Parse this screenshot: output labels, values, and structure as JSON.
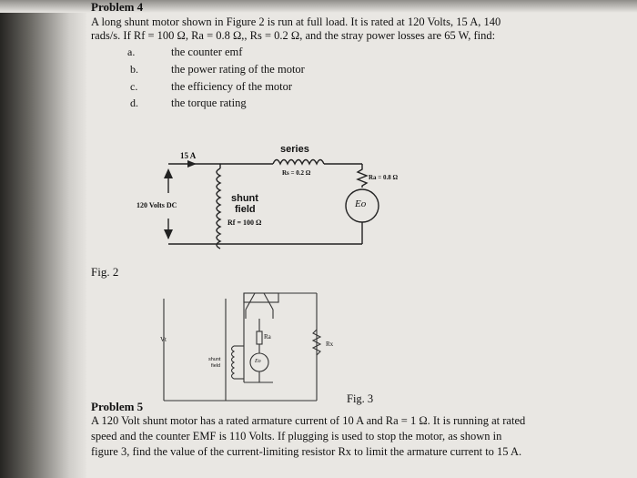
{
  "problem4": {
    "title": "Problem 4",
    "line1": "A long shunt motor shown in Figure 2 is run at full load.  It is rated at 120 Volts, 15 A, 140",
    "line2": "rads/s. If Rf = 100 Ω, Ra = 0.8 Ω,, Rs = 0.2 Ω, and the stray power losses are 65 W, find:",
    "items": [
      {
        "letter": "a.",
        "text": "the counter emf"
      },
      {
        "letter": "b.",
        "text": "the power rating of the motor"
      },
      {
        "letter": "c.",
        "text": "the efficiency of the motor"
      },
      {
        "letter": "d.",
        "text": "the torque rating"
      }
    ]
  },
  "figure2": {
    "caption": "Fig. 2",
    "current": "15 A",
    "series": "series",
    "rs": "Rs = 0.2 Ω",
    "ra": "Ra = 0.8 Ω",
    "supply": "120 Volts DC",
    "shunt_top": "shunt",
    "shunt_bottom": "field",
    "rf": "Rf = 100 Ω",
    "eo": "Eo"
  },
  "figure3": {
    "caption": "Fig. 3",
    "vt": "Vt",
    "ra": "Ra",
    "rx": "Rx",
    "shunt_top": "shunt",
    "shunt_bottom": "field",
    "eo": "Eo"
  },
  "problem5": {
    "title": "Problem 5",
    "line1": "A 120 Volt shunt motor has a rated armature current of 10 A and Ra = 1 Ω. It is running at rated",
    "line2": "speed and the counter EMF is 110 Volts.  If plugging is used to stop the motor, as shown in",
    "line3": "figure 3, find the value of the current-limiting resistor Rx to limit the armature current to 15 A."
  }
}
